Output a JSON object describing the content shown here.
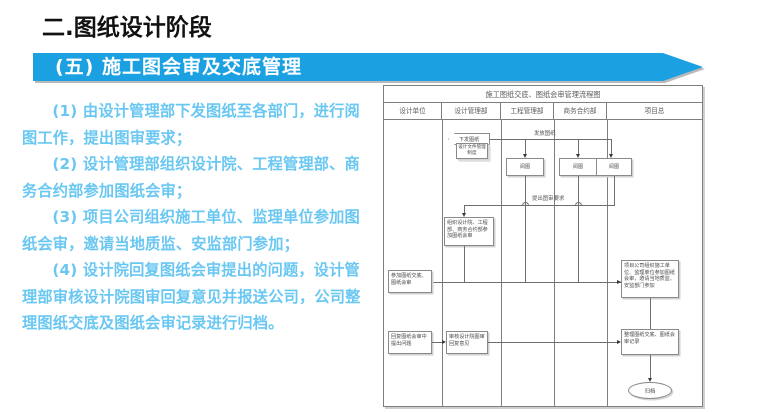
{
  "slide": {
    "section_title": "二.图纸设计阶段",
    "banner_label": "(五) 施工图会审及交底管理",
    "banner_color": "#1BA1E2",
    "body_text_color": "#69c7f2",
    "paragraphs": [
      "(1) 由设计管理部下发图纸至各部门，进行阅图工作，提出图审要求；",
      "(2) 设计管理部组织设计院、工程管理部、商务合约部参加图纸会审；",
      "(3) 项目公司组织施工单位、监理单位参加图纸会审，邀请当地质监、安监部门参加；",
      "(4) 设计院回复图纸会审提出的问题，设计管理部审核设计院图审回复意见并报送公司，公司整理图纸交底及图纸会审记录进行归档。"
    ]
  },
  "flowchart": {
    "title": "施工图纸交底、图纸会审管理流程图",
    "columns": [
      {
        "label": "设计单位"
      },
      {
        "label": "设计管理部"
      },
      {
        "label": "工程管理部"
      },
      {
        "label": "商务合约部"
      },
      {
        "label": "项目总"
      }
    ],
    "nodes": {
      "start": "下发图纸",
      "doc": "设计文件管理制度",
      "read_eng": "阅图",
      "read_biz": "阅图",
      "read_pm": "阅图",
      "organize": "组织设计院、工程部、商务合约部参加图纸会审",
      "attend": "参加图纸交底、图纸会审",
      "pm_organize": "项目公司组织施工单位、监理单位参加图纸会审，邀请当地质监、安监部门参加",
      "reply": "回复图纸会审中提出问题",
      "review": "审核设计院图审回复意见",
      "compile": "整理图纸交底、图纸会审记录",
      "archive": "归档"
    },
    "edge_labels": {
      "issue_drawings": "发放图纸",
      "review_request": "提出图审要求"
    }
  }
}
